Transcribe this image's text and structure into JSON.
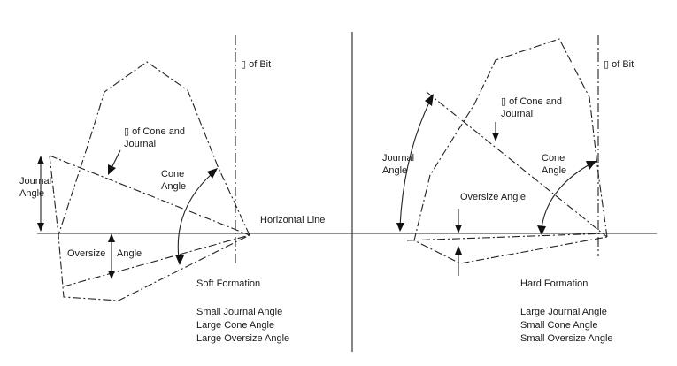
{
  "center_divider": {
    "color": "#333333"
  },
  "horizontal_line_label": "Horizontal Line",
  "soft": {
    "centerline_bit_label": "▯ of Bit",
    "centerline_cone_label_1": "▯ of Cone and",
    "centerline_cone_label_2": "Journal",
    "journal_angle_label_1": "Journal",
    "journal_angle_label_2": "Angle",
    "cone_angle_label_1": "Cone",
    "cone_angle_label_2": "Angle",
    "oversize_angle_label_a": "Oversize",
    "oversize_angle_label_b": "Angle",
    "formation_title": "Soft Formation",
    "notes": [
      "Small Journal Angle",
      "Large Cone Angle",
      "Large Oversize Angle"
    ]
  },
  "hard": {
    "centerline_bit_label": "▯ of Bit",
    "centerline_cone_label_1": "▯ of Cone and",
    "centerline_cone_label_2": "Journal",
    "journal_angle_label_1": "Journal",
    "journal_angle_label_2": "Angle",
    "cone_angle_label_1": "Cone",
    "cone_angle_label_2": "Angle",
    "oversize_angle_label": "Oversize  Angle",
    "formation_title": "Hard Formation",
    "notes": [
      "Large Journal Angle",
      "Small Cone Angle",
      "Small Oversize Angle"
    ]
  }
}
